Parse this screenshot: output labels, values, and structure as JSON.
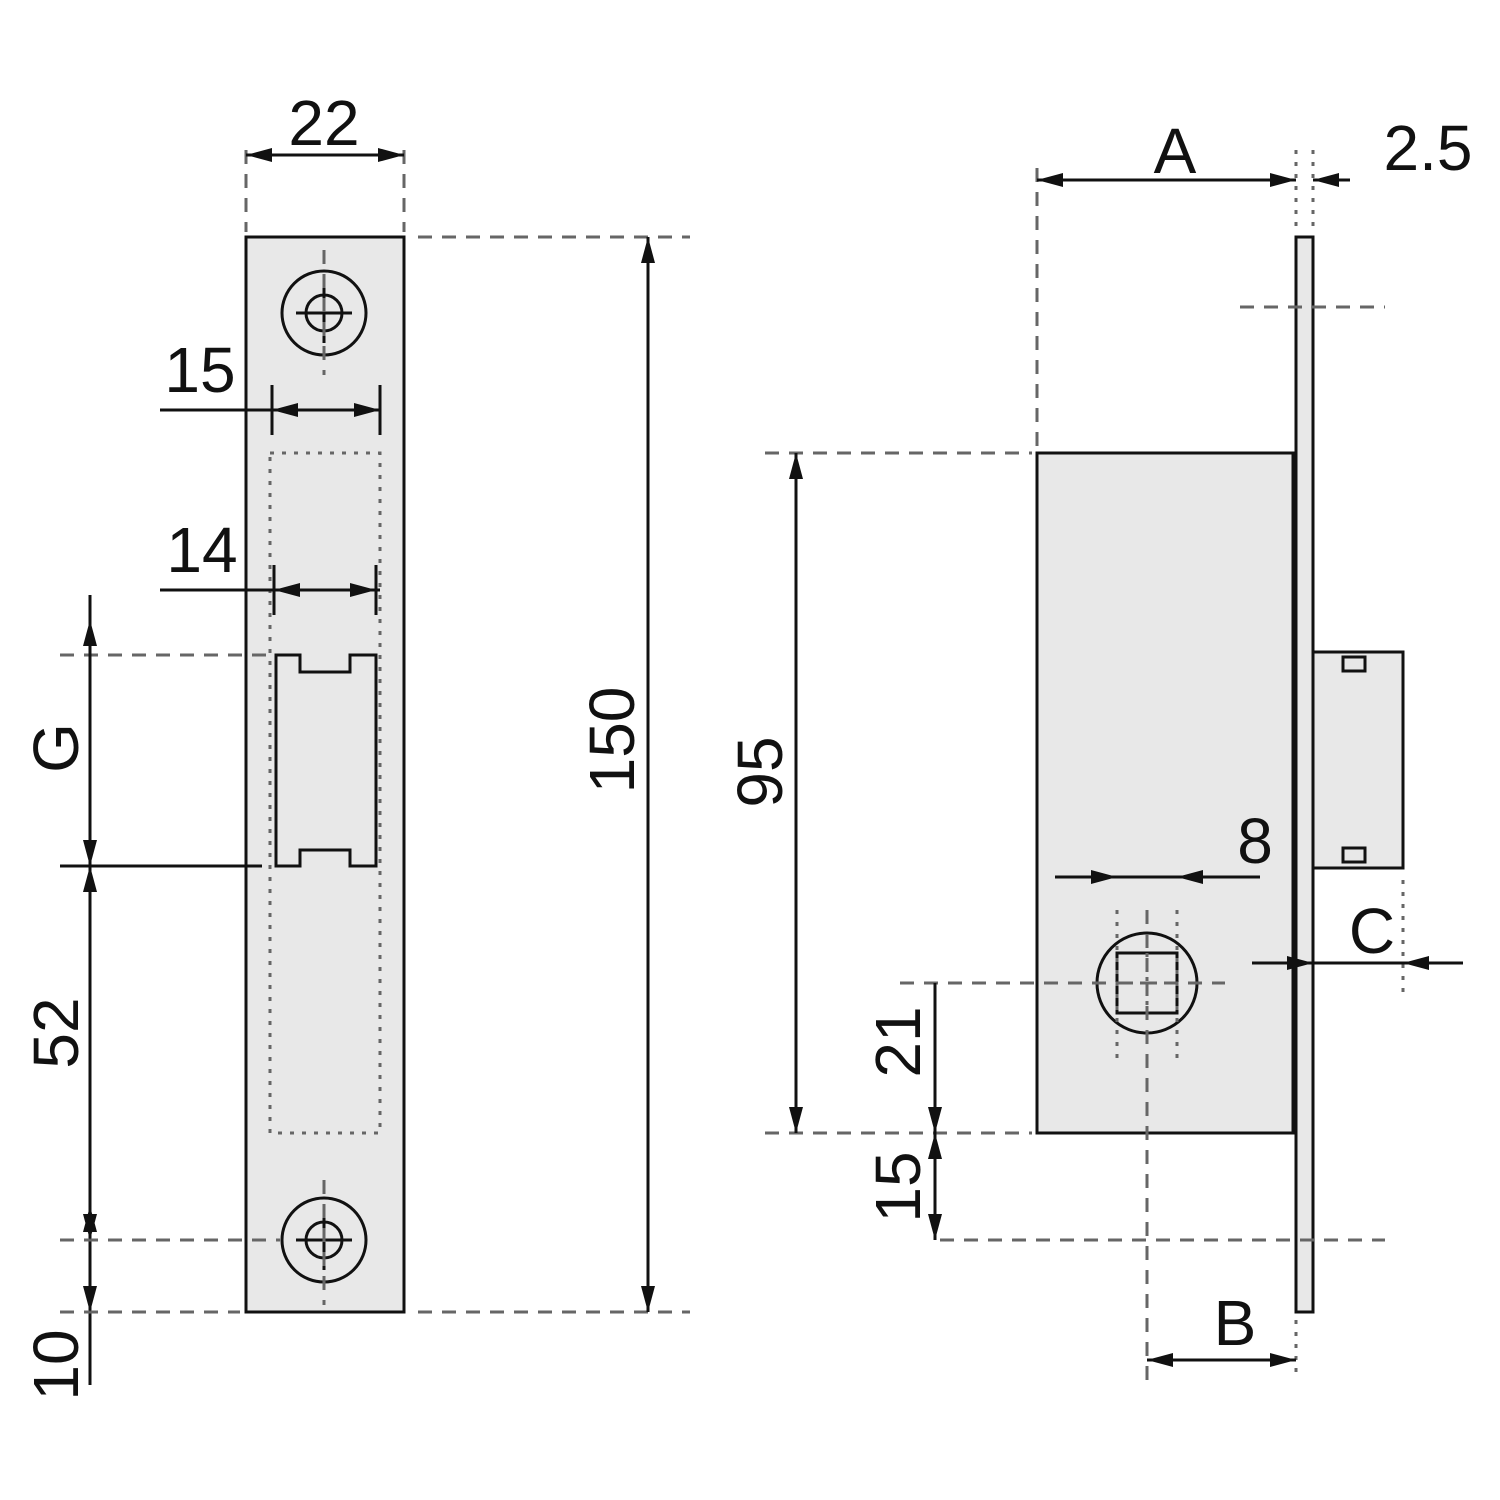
{
  "front_view": {
    "plate_width": "22",
    "height_overall": "150",
    "latch_slot_width": "15",
    "bolt_width": "14",
    "dim_g": "G",
    "dim_52": "52",
    "dim_10": "10"
  },
  "side_view": {
    "dim_a": "A",
    "plate_thickness": "2.5",
    "case_height": "95",
    "spindle_size": "8",
    "dim_c": "C",
    "dim_21": "21",
    "dim_15": "15",
    "dim_b": "B"
  }
}
